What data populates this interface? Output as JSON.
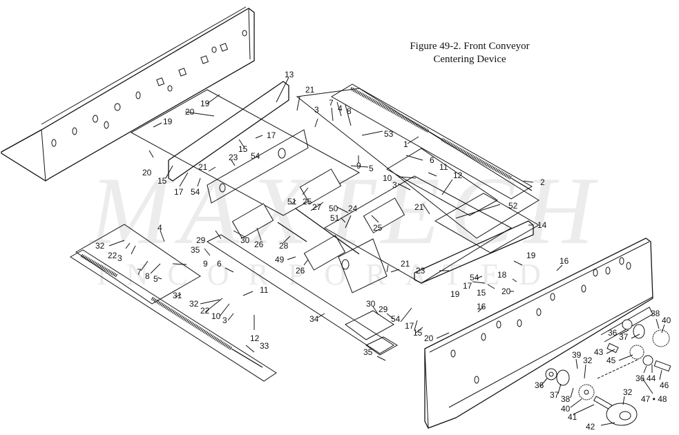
{
  "figure": {
    "title_line1": "Figure 49-2. Front Conveyor",
    "title_line2": "Centering Device"
  },
  "watermark": {
    "main": "MAXTECH",
    "sub": "INCORPORATED"
  },
  "callouts": [
    {
      "id": "c13a",
      "text": "13"
    },
    {
      "id": "c19a",
      "text": "19"
    },
    {
      "id": "c20a",
      "text": "20"
    },
    {
      "id": "c19b",
      "text": "19"
    },
    {
      "id": "c20b",
      "text": "20"
    },
    {
      "id": "c15a",
      "text": "15"
    },
    {
      "id": "c15b",
      "text": "15"
    },
    {
      "id": "c17a",
      "text": "17"
    },
    {
      "id": "c17b",
      "text": "17"
    },
    {
      "id": "c54a",
      "text": "54"
    },
    {
      "id": "c54b",
      "text": "54"
    },
    {
      "id": "c21a",
      "text": "21"
    },
    {
      "id": "c21b",
      "text": "21"
    },
    {
      "id": "c23a",
      "text": "23"
    },
    {
      "id": "c3a",
      "text": "3"
    },
    {
      "id": "c7a",
      "text": "7"
    },
    {
      "id": "c4a",
      "text": "4"
    },
    {
      "id": "c8a",
      "text": "8"
    },
    {
      "id": "c53",
      "text": "53"
    },
    {
      "id": "c1",
      "text": "1"
    },
    {
      "id": "c9a",
      "text": "9"
    },
    {
      "id": "c5a",
      "text": "5"
    },
    {
      "id": "c6a",
      "text": "6"
    },
    {
      "id": "c11a",
      "text": "11"
    },
    {
      "id": "c10a",
      "text": "10"
    },
    {
      "id": "c3b",
      "text": "3"
    },
    {
      "id": "c12a",
      "text": "12"
    },
    {
      "id": "c2",
      "text": "2"
    },
    {
      "id": "c21c",
      "text": "21"
    },
    {
      "id": "c52",
      "text": "52"
    },
    {
      "id": "c14",
      "text": "14"
    },
    {
      "id": "c25a",
      "text": "25"
    },
    {
      "id": "c27",
      "text": "27"
    },
    {
      "id": "c51a",
      "text": "51"
    },
    {
      "id": "c50",
      "text": "50"
    },
    {
      "id": "c24",
      "text": "24"
    },
    {
      "id": "c51b",
      "text": "51"
    },
    {
      "id": "c25b",
      "text": "25"
    },
    {
      "id": "c29a",
      "text": "29"
    },
    {
      "id": "c30a",
      "text": "30"
    },
    {
      "id": "c26a",
      "text": "26"
    },
    {
      "id": "c28",
      "text": "28"
    },
    {
      "id": "c35a",
      "text": "35"
    },
    {
      "id": "c49",
      "text": "49"
    },
    {
      "id": "c26b",
      "text": "26"
    },
    {
      "id": "c4b",
      "text": "4"
    },
    {
      "id": "c32a",
      "text": "32"
    },
    {
      "id": "c22a",
      "text": "22"
    },
    {
      "id": "c3c",
      "text": "3"
    },
    {
      "id": "c7b",
      "text": "7"
    },
    {
      "id": "c8b",
      "text": "8"
    },
    {
      "id": "c9b",
      "text": "9"
    },
    {
      "id": "c5b",
      "text": "5"
    },
    {
      "id": "c6b",
      "text": "6"
    },
    {
      "id": "c11b",
      "text": "11"
    },
    {
      "id": "c31",
      "text": "31"
    },
    {
      "id": "c32b",
      "text": "32"
    },
    {
      "id": "c22b",
      "text": "22"
    },
    {
      "id": "c10b",
      "text": "10"
    },
    {
      "id": "c3d",
      "text": "3"
    },
    {
      "id": "c12b",
      "text": "12"
    },
    {
      "id": "c33",
      "text": "33"
    },
    {
      "id": "c34",
      "text": "34"
    },
    {
      "id": "c35b",
      "text": "35"
    },
    {
      "id": "c30b",
      "text": "30"
    },
    {
      "id": "c29b",
      "text": "29"
    },
    {
      "id": "c54c",
      "text": "54"
    },
    {
      "id": "c17c",
      "text": "17"
    },
    {
      "id": "c15c",
      "text": "15"
    },
    {
      "id": "c20c",
      "text": "20"
    },
    {
      "id": "c21d",
      "text": "21"
    },
    {
      "id": "c23b",
      "text": "23"
    },
    {
      "id": "c19c",
      "text": "19"
    },
    {
      "id": "c54d",
      "text": "54"
    },
    {
      "id": "c17d",
      "text": "17"
    },
    {
      "id": "c15d",
      "text": "15"
    },
    {
      "id": "c18",
      "text": "18"
    },
    {
      "id": "c19d",
      "text": "19"
    },
    {
      "id": "c20d",
      "text": "20"
    },
    {
      "id": "c16a",
      "text": "16"
    },
    {
      "id": "c16b",
      "text": "16"
    },
    {
      "id": "c38a",
      "text": "38"
    },
    {
      "id": "c40a",
      "text": "40"
    },
    {
      "id": "c36a",
      "text": "36"
    },
    {
      "id": "c37a",
      "text": "37"
    },
    {
      "id": "c43",
      "text": "43"
    },
    {
      "id": "c45",
      "text": "45"
    },
    {
      "id": "c36b",
      "text": "36"
    },
    {
      "id": "c44",
      "text": "44"
    },
    {
      "id": "c46",
      "text": "46"
    },
    {
      "id": "c47-48",
      "text": "47 • 48"
    },
    {
      "id": "c39",
      "text": "39"
    },
    {
      "id": "c32c",
      "text": "32"
    },
    {
      "id": "c36c",
      "text": "36"
    },
    {
      "id": "c37b",
      "text": "37"
    },
    {
      "id": "c38b",
      "text": "38"
    },
    {
      "id": "c40b",
      "text": "40"
    },
    {
      "id": "c41",
      "text": "41"
    },
    {
      "id": "c32d",
      "text": "32"
    },
    {
      "id": "c42",
      "text": "42"
    }
  ]
}
